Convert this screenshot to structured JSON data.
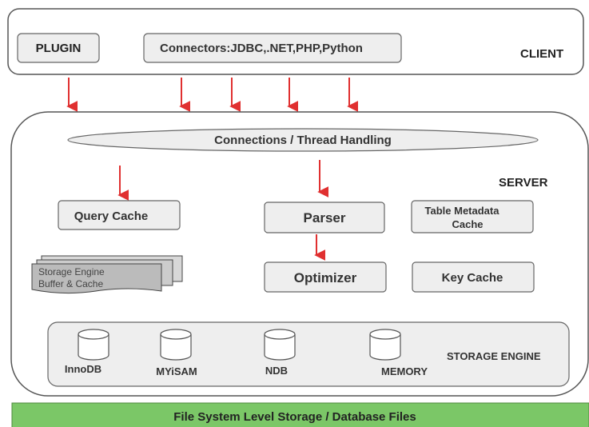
{
  "client": {
    "label": "CLIENT",
    "plugin_label": "PLUGIN",
    "connectors_label": "Connectors:JDBC,.NET,PHP,Python"
  },
  "server": {
    "label": "SERVER",
    "connections_label": "Connections / Thread Handling",
    "query_cache_label": "Query Cache",
    "storage_buffer_line1": "Storage Engine",
    "storage_buffer_line2": "Buffer & Cache",
    "parser_label": "Parser",
    "optimizer_label": "Optimizer",
    "table_metadata_line1": "Table Metadata",
    "table_metadata_line2": "Cache",
    "key_cache_label": "Key Cache"
  },
  "storage_engine": {
    "label": "STORAGE ENGINE",
    "engines": [
      {
        "name": "InnoDB"
      },
      {
        "name": "MYiSAM"
      },
      {
        "name": "NDB"
      },
      {
        "name": "MEMORY"
      }
    ]
  },
  "footer": {
    "label": "File System Level Storage / Database Files"
  },
  "colors": {
    "arrow": "#e03030",
    "box_fill": "#eeeeee",
    "border": "#555555",
    "footer_fill": "#7bc767"
  }
}
